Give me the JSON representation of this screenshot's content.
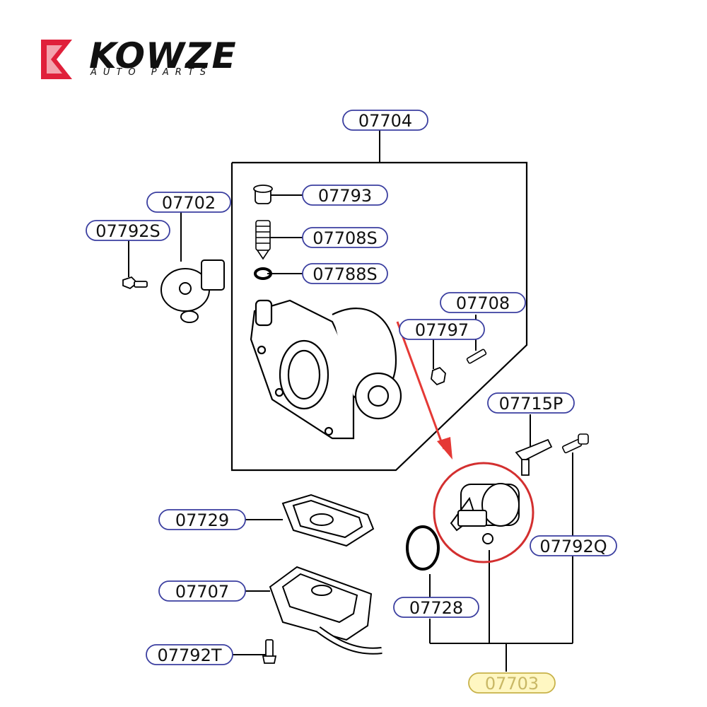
{
  "brand": {
    "name": "KOWZE",
    "tagline": "AUTO PARTS",
    "logo_color": "#e0203a"
  },
  "watermark": "",
  "highlight_color": "#d32f2f",
  "callouts": {
    "assembly": "07704",
    "tps_sensor": "07702",
    "tps_screw": "07792S",
    "cap": "07793",
    "adjust_screw": "07708S",
    "o_ring_small": "07788S",
    "stud": "07708",
    "nut": "07797",
    "bracket": "07715P",
    "gasket": "07729",
    "housing": "07707",
    "housing_screw": "07792T",
    "o_ring": "07728",
    "iac_screw": "07792Q",
    "iac_valve": "07703"
  }
}
